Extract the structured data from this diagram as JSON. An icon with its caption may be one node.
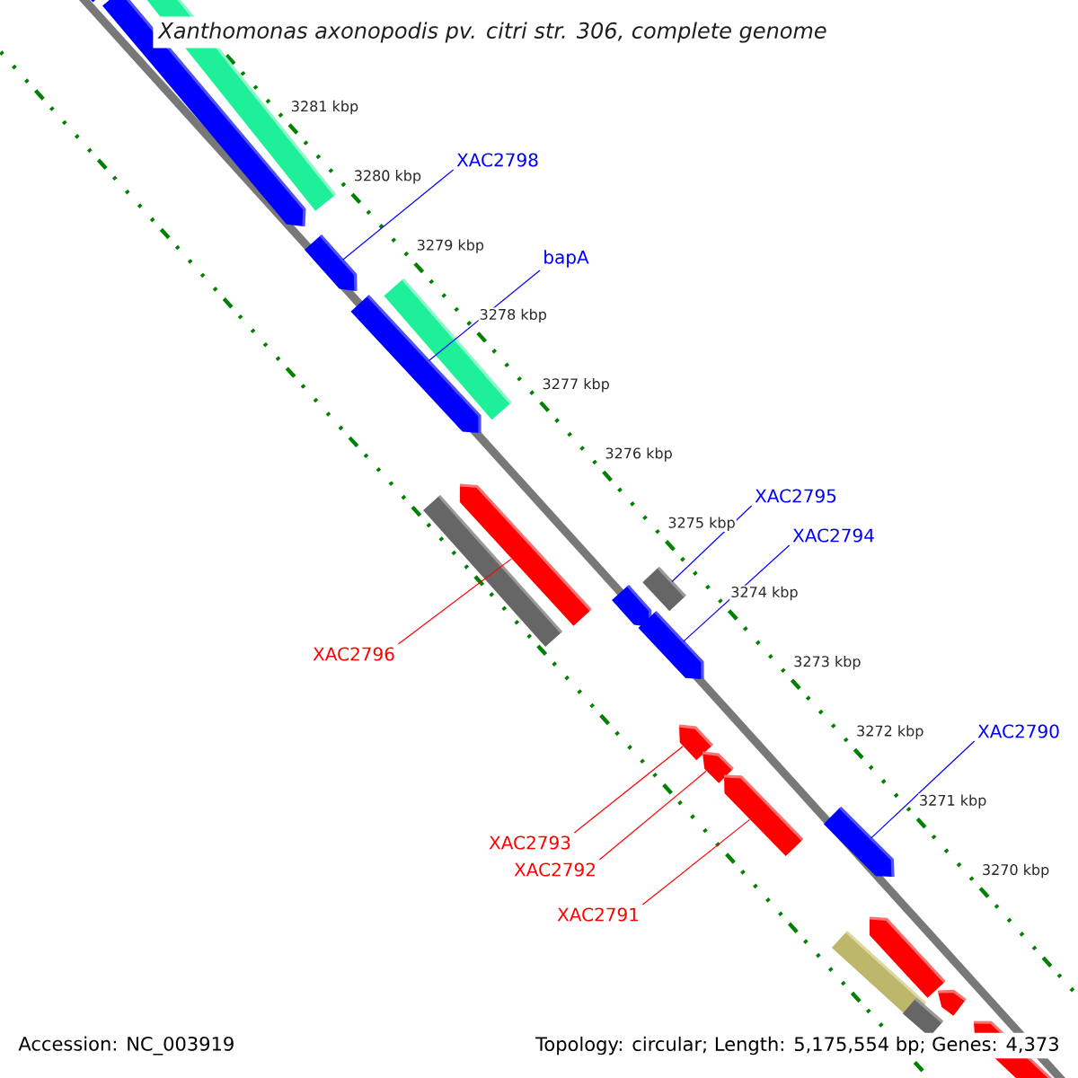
{
  "diagram": {
    "title": "Xanthomonas axonopodis pv. citri str. 306, complete genome",
    "nodes": [
      {
        "text": [],
        "shape": "bar"
      },
      {
        "text": [],
        "shape": "pentagon"
      },
      {
        "text": [],
        "shape": "bar"
      },
      {
        "text": [],
        "shape": "pentagon"
      },
      {
        "text": [],
        "shape": "bar"
      },
      {
        "text": [],
        "shape": "pentagon"
      },
      {
        "text": [],
        "shape": "bar"
      },
      {
        "text": [],
        "shape": "pentagon"
      },
      {
        "text": [],
        "shape": "bar"
      },
      {
        "text": [],
        "shape": "pentagon"
      },
      {
        "text": [],
        "shape": "pentagon"
      },
      {
        "text": [],
        "shape": "pentagon"
      },
      {
        "text": [],
        "shape": "pentagon"
      },
      {
        "text": [],
        "shape": "pentagon"
      },
      {
        "text": [],
        "shape": "pentagon"
      },
      {
        "text": [],
        "shape": "bar"
      },
      {
        "text": [],
        "shape": "pentagon"
      },
      {
        "text": [],
        "shape": "bar"
      },
      {
        "text": [],
        "shape": "pentagon"
      },
      {
        "text": [],
        "shape": "pentagon"
      },
      {
        "text": [
          "XAC2798"
        ]
      },
      {
        "text": [
          "bapA"
        ]
      },
      {
        "text": [
          "XAC2795"
        ]
      },
      {
        "text": [
          "XAC2794"
        ]
      },
      {
        "text": [
          "XAC2796"
        ]
      },
      {
        "text": [
          "XAC2790"
        ]
      },
      {
        "text": [
          "XAC2793"
        ]
      },
      {
        "text": [
          "XAC2792"
        ]
      },
      {
        "text": [
          "XAC2791"
        ]
      }
    ],
    "edges": [
      {
        "from": 20,
        "to": 3,
        "arrow": "none"
      },
      {
        "from": 21,
        "to": 5,
        "arrow": "none"
      },
      {
        "from": 22,
        "to": 8,
        "arrow": "none"
      },
      {
        "from": 23,
        "to": 10,
        "arrow": "none"
      },
      {
        "from": 24,
        "to": 7,
        "arrow": "none",
        "color": "#ff0000"
      },
      {
        "from": 25,
        "to": 14,
        "arrow": "none"
      },
      {
        "from": 26,
        "to": 11,
        "arrow": "none",
        "color": "#ff0000"
      },
      {
        "from": 27,
        "to": 12,
        "arrow": "none",
        "color": "#ff0000"
      },
      {
        "from": 28,
        "to": 13,
        "arrow": "none",
        "color": "#ff0000"
      }
    ],
    "labels": [
      "3281 kbp",
      "3280 kbp",
      "3279 kbp",
      "3278 kbp",
      "3277 kbp",
      "3276 kbp",
      "3275 kbp",
      "3274 kbp",
      "3273 kbp",
      "3272 kbp",
      "3271 kbp",
      "3270 kbp",
      "Accession: NC_003919",
      "Topology: circular; Length: 5,175,554 bp; Genes: 4,373"
    ]
  }
}
